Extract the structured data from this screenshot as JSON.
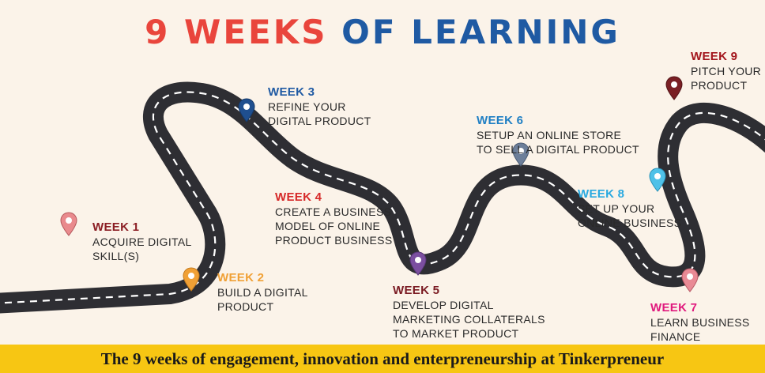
{
  "title": {
    "part1": "9 WEEKS",
    "part2": "OF LEARNING"
  },
  "colors": {
    "background": "#fbf3e9",
    "road": "#2e2e33",
    "title_red": "#e9453c",
    "title_blue": "#1f5aa3",
    "caption_bar": "#f7c613"
  },
  "weeks": [
    {
      "heading": "WEEK 1",
      "lines": [
        "ACQUIRE DIGITAL",
        "SKILL(S)"
      ],
      "color": "#8b1d23",
      "pin_color": "#e98a8d"
    },
    {
      "heading": "WEEK 2",
      "lines": [
        "BUILD A DIGITAL",
        "PRODUCT"
      ],
      "color": "#f0a035",
      "pin_color": "#f0a035"
    },
    {
      "heading": "WEEK 3",
      "lines": [
        "REFINE YOUR",
        "DIGITAL PRODUCT"
      ],
      "color": "#1f5aa3",
      "pin_color": "#1f4f8f"
    },
    {
      "heading": "WEEK 4",
      "lines": [
        "CREATE A BUSINESS",
        "MODEL OF ONLINE",
        "PRODUCT BUSINESS"
      ],
      "color": "#d62828",
      "pin_color": "#d62828"
    },
    {
      "heading": "WEEK 5",
      "lines": [
        "DEVELOP DIGITAL",
        "MARKETING COLLATERALS",
        "TO MARKET PRODUCT"
      ],
      "color": "#7a1a22",
      "pin_color": "#7b4fa0"
    },
    {
      "heading": "WEEK 6",
      "lines": [
        "SETUP AN ONLINE STORE",
        "TO SELL A DIGITAL PRODUCT"
      ],
      "color": "#1f7fc4",
      "pin_color": "#6d7f9a"
    },
    {
      "heading": "WEEK 7",
      "lines": [
        "LEARN BUSINESS",
        "FINANCE"
      ],
      "color": "#e0197d",
      "pin_color": "#e98a95"
    },
    {
      "heading": "WEEK 8",
      "lines": [
        "SET UP YOUR",
        "ONLINE BUSINESS"
      ],
      "color": "#29a9e0",
      "pin_color": "#4fc1e8"
    },
    {
      "heading": "WEEK 9",
      "lines": [
        "PITCH YOUR",
        "PRODUCT"
      ],
      "color": "#a3151c",
      "pin_color": "#7a1f24"
    }
  ],
  "caption": "The 9 weeks of engagement, innovation and enterpreneurship at Tinkerpreneur"
}
